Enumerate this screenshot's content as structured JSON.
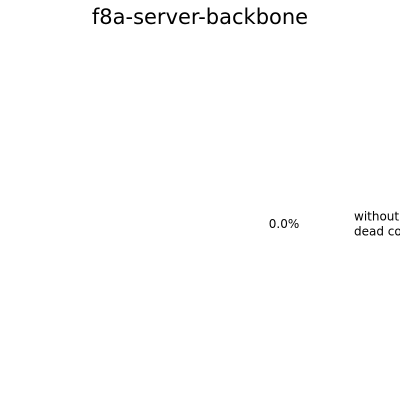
{
  "chart_data": {
    "type": "pie",
    "title": "f8a-server-backbone",
    "slices": [
      {
        "label_lines": [
          "without",
          "dead co"
        ],
        "value_percent": 0.0,
        "percent_label": "0.0%"
      }
    ]
  }
}
